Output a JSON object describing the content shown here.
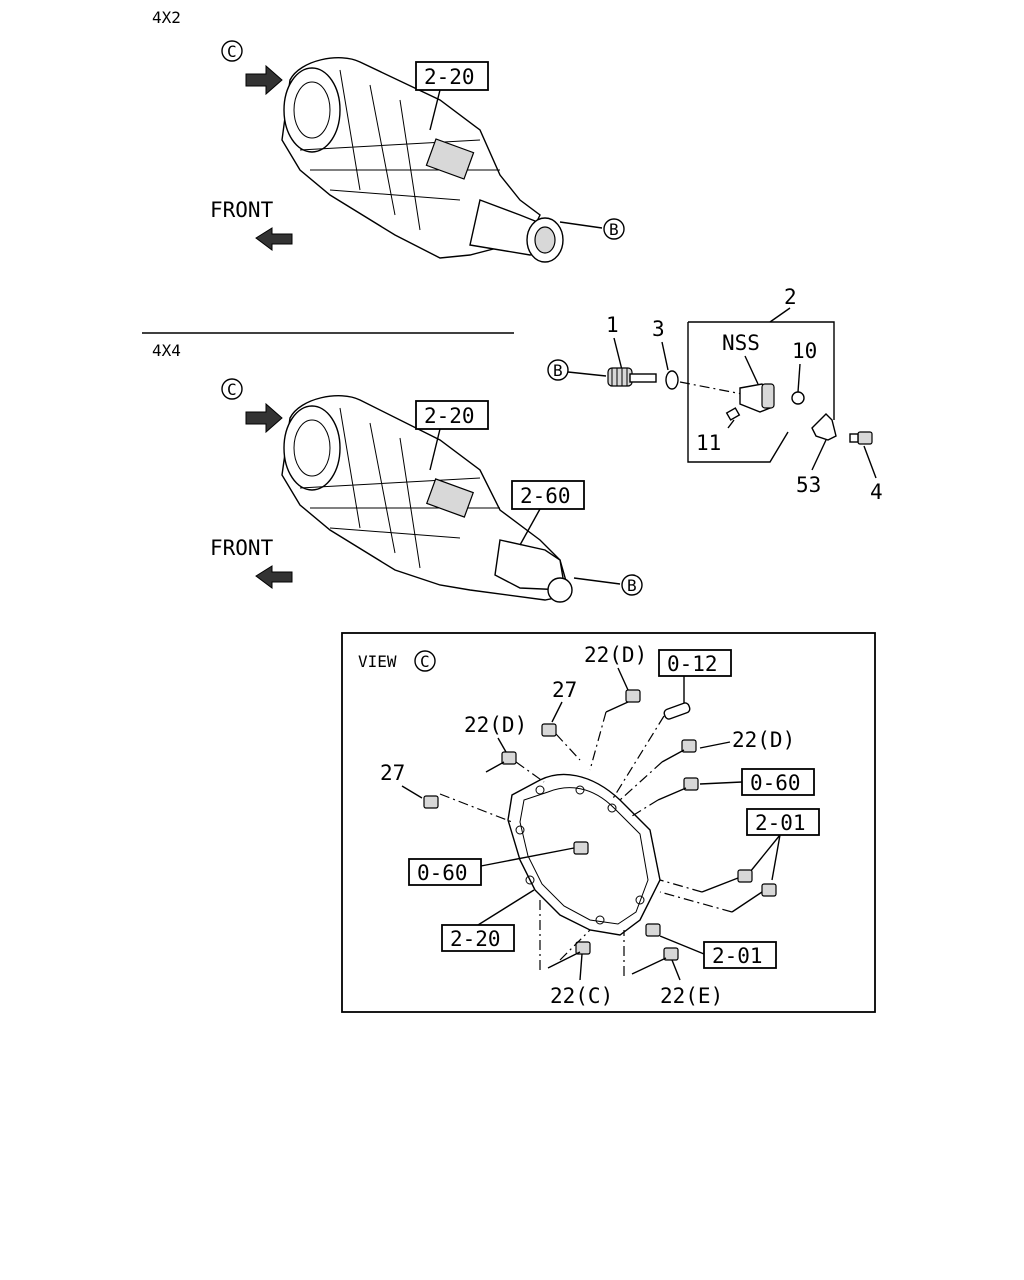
{
  "sections": {
    "variant_4x2": "4X2",
    "variant_4x4": "4X4",
    "front_label_1": "FRONT",
    "front_label_2": "FRONT"
  },
  "callouts": {
    "c_marker": "C",
    "b_marker": "B",
    "ref_2_20": "2-20",
    "ref_2_60": "2-60"
  },
  "speedometer_group": {
    "group_number": "2",
    "nss": "NSS",
    "part_1": "1",
    "part_3": "3",
    "part_10": "10",
    "part_11": "11",
    "part_53": "53",
    "part_4": "4"
  },
  "view_c": {
    "title": "VIEW",
    "marker": "C",
    "bolt_22d": "22(D)",
    "bolt_22c": "22(C)",
    "bolt_22e": "22(E)",
    "nut_27": "27",
    "ref_0_12": "0-12",
    "ref_0_60": "0-60",
    "ref_2_01": "2-01",
    "ref_2_20": "2-20"
  }
}
